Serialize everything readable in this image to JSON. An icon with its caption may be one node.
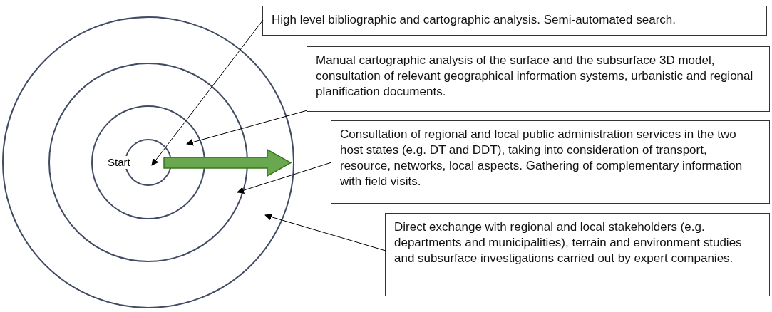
{
  "diagram": {
    "nodes": [
      {
        "text": [],
        "shape": "circle"
      },
      {
        "text": [],
        "shape": "circle",
        "in": 0
      },
      {
        "text": [],
        "shape": "circle",
        "in": 1
      },
      {
        "text": [
          "Start"
        ],
        "in": 2
      },
      {
        "text": [
          "High level bibliographic and cartographic analysis. Semi-automated search."
        ]
      },
      {
        "text": [
          "Manual cartographic analysis of the surface and the subsurface 3D model, consultation of relevant geographical information systems, urbanistic and regional planification documents."
        ]
      },
      {
        "text": [
          "Consultation of regional and local public administration services in the two host states (e.g. DT and DDT), taking into consideration of transport, resource, networks, local aspects. Gathering of complementary information with field visits."
        ]
      },
      {
        "text": [
          "Direct exchange with regional and local stakeholders (e.g. departments and municipalities), terrain and environment studies and subsurface investigations carried out by expert companies."
        ]
      }
    ],
    "edges": [
      {
        "from": 4,
        "to": 3,
        "arrow": "to"
      },
      {
        "from": 5,
        "to": 2,
        "arrow": "to"
      },
      {
        "from": 6,
        "to": 1,
        "arrow": "to"
      },
      {
        "from": 7,
        "to": 0,
        "arrow": "to"
      }
    ]
  }
}
